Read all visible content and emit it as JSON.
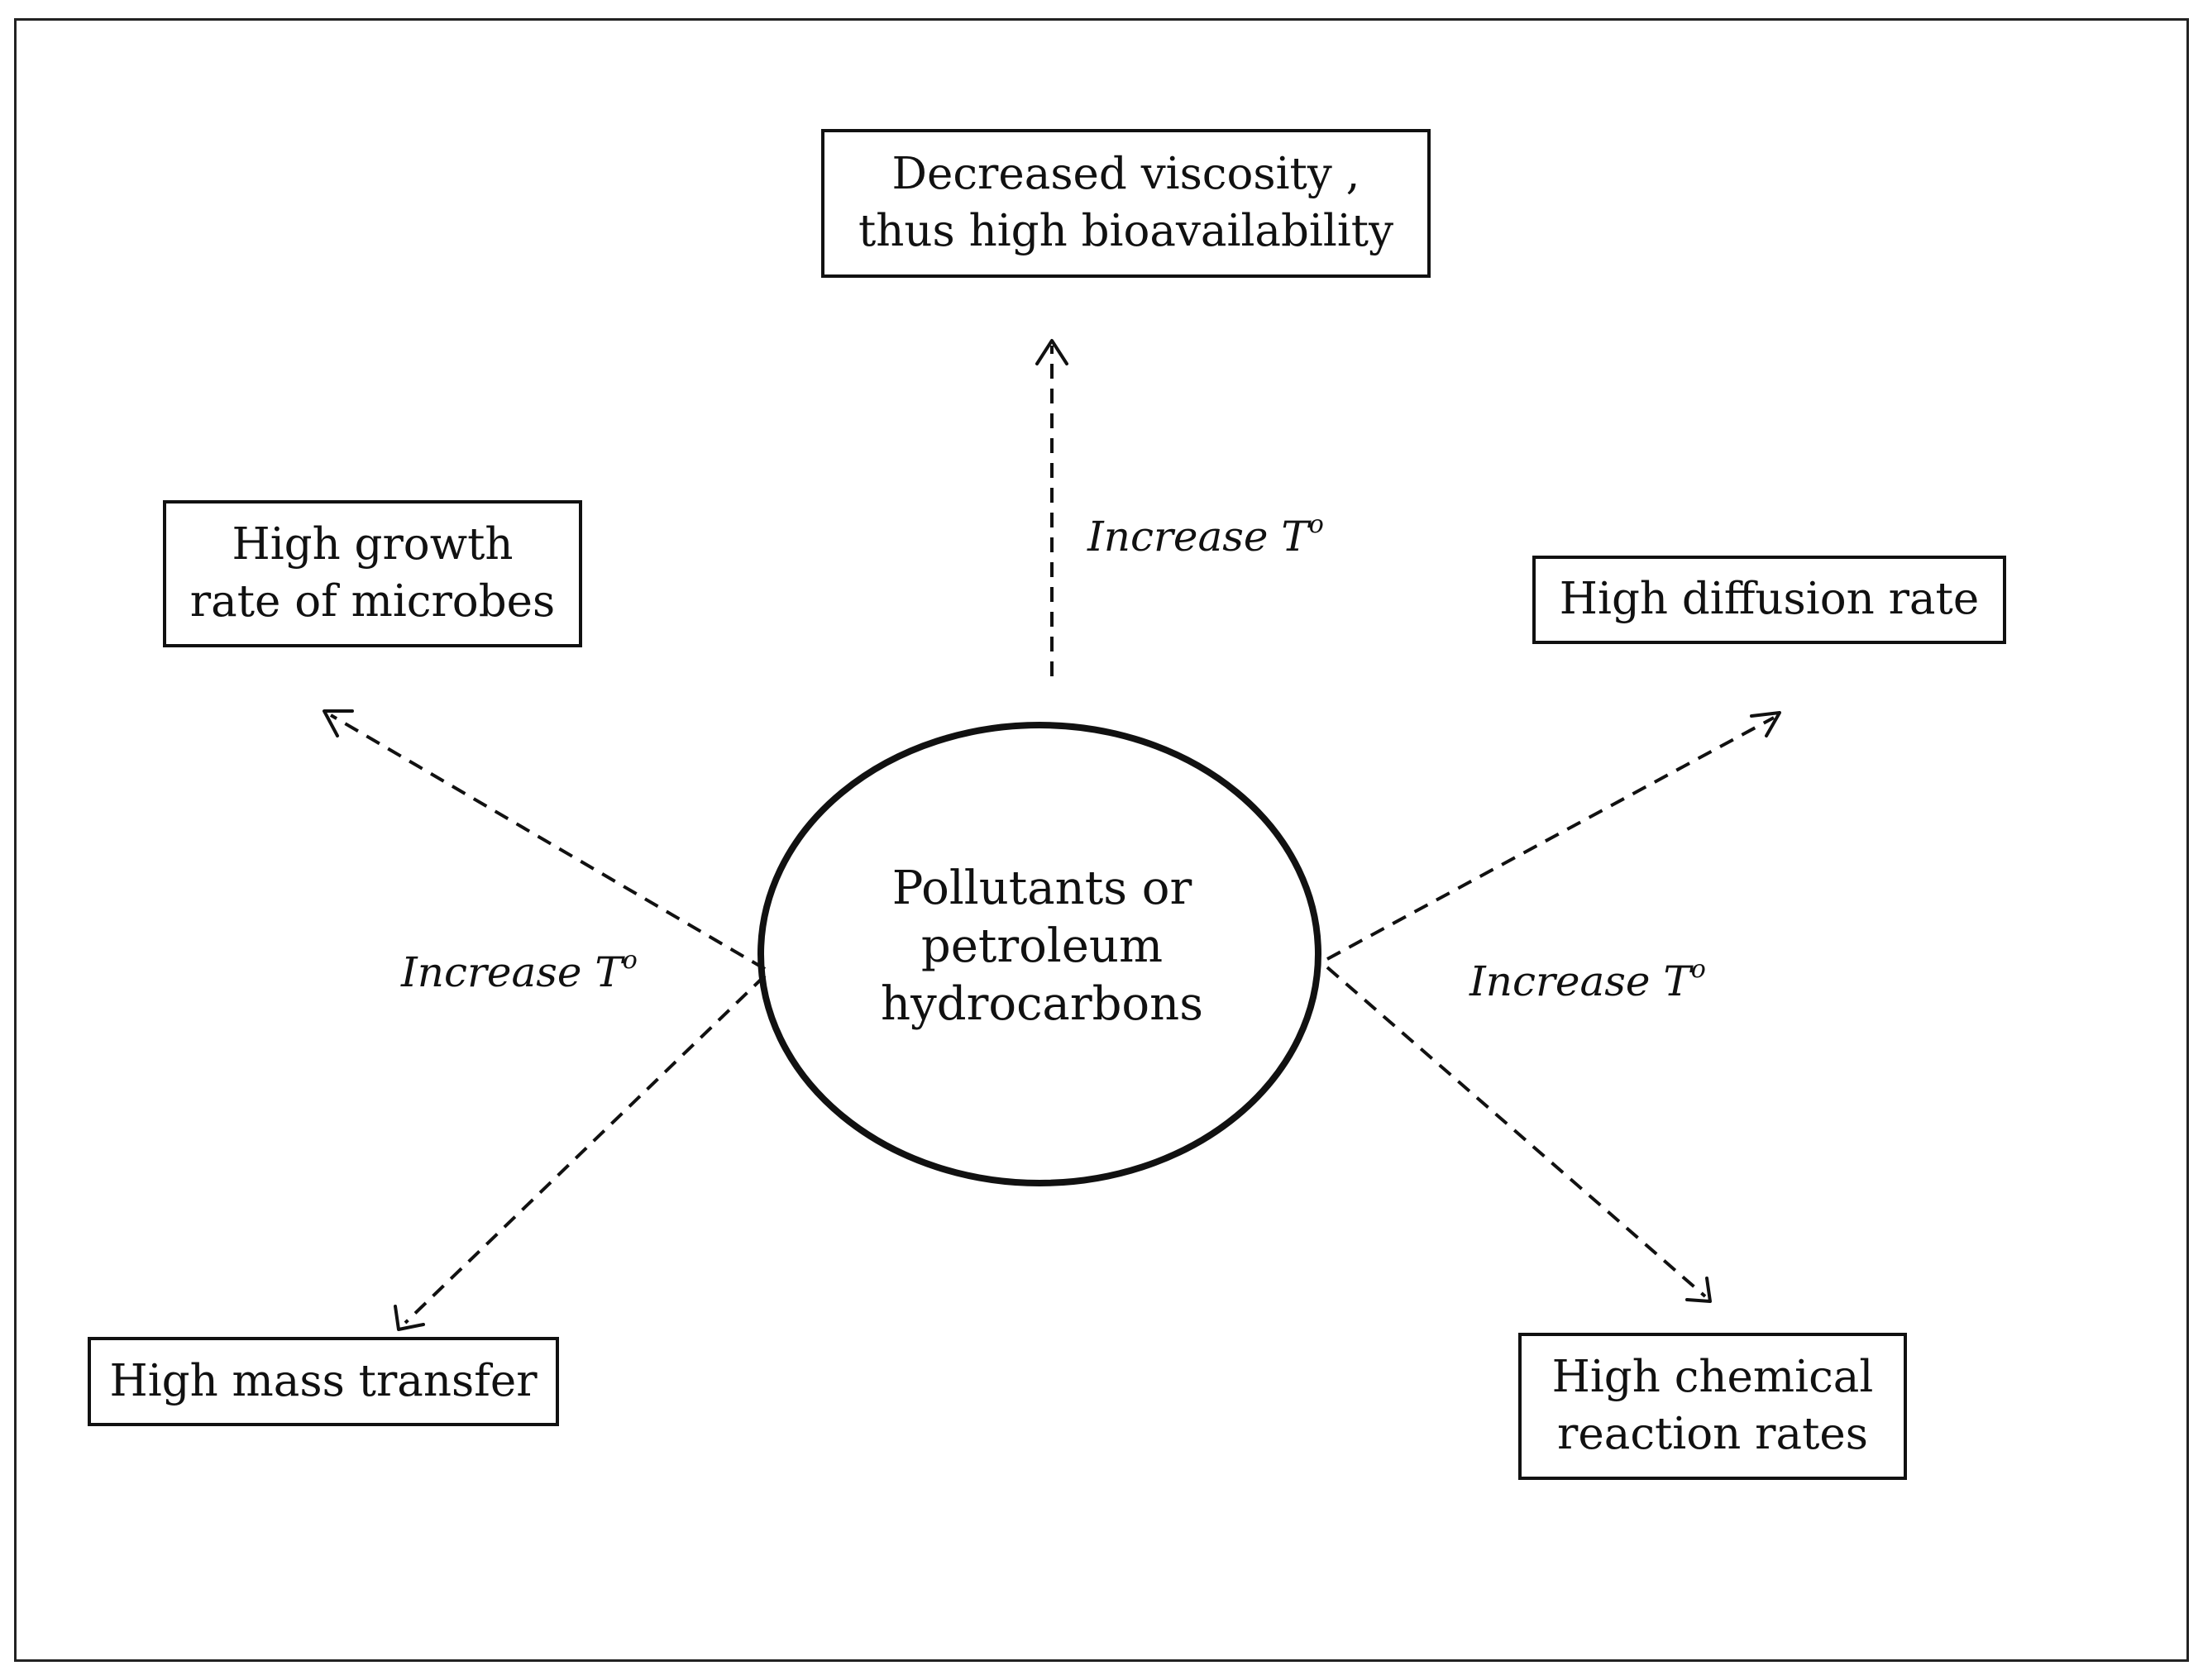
{
  "diagram": {
    "center": {
      "lines": [
        "Pollutants or",
        "petroleum",
        "hydrocarbons"
      ]
    },
    "effects": {
      "top": [
        "Decreased viscosity ,",
        "thus high bioavailability"
      ],
      "upper_left": [
        "High growth",
        "rate of microbes"
      ],
      "upper_right": [
        "High diffusion rate"
      ],
      "lower_left": [
        "High mass transfer"
      ],
      "lower_right": [
        "High chemical",
        "reaction rates"
      ]
    },
    "edge_label": {
      "text": "Increase T",
      "superscript": "o"
    },
    "style": {
      "line_color": "#111111",
      "background": "#ffffff"
    }
  }
}
